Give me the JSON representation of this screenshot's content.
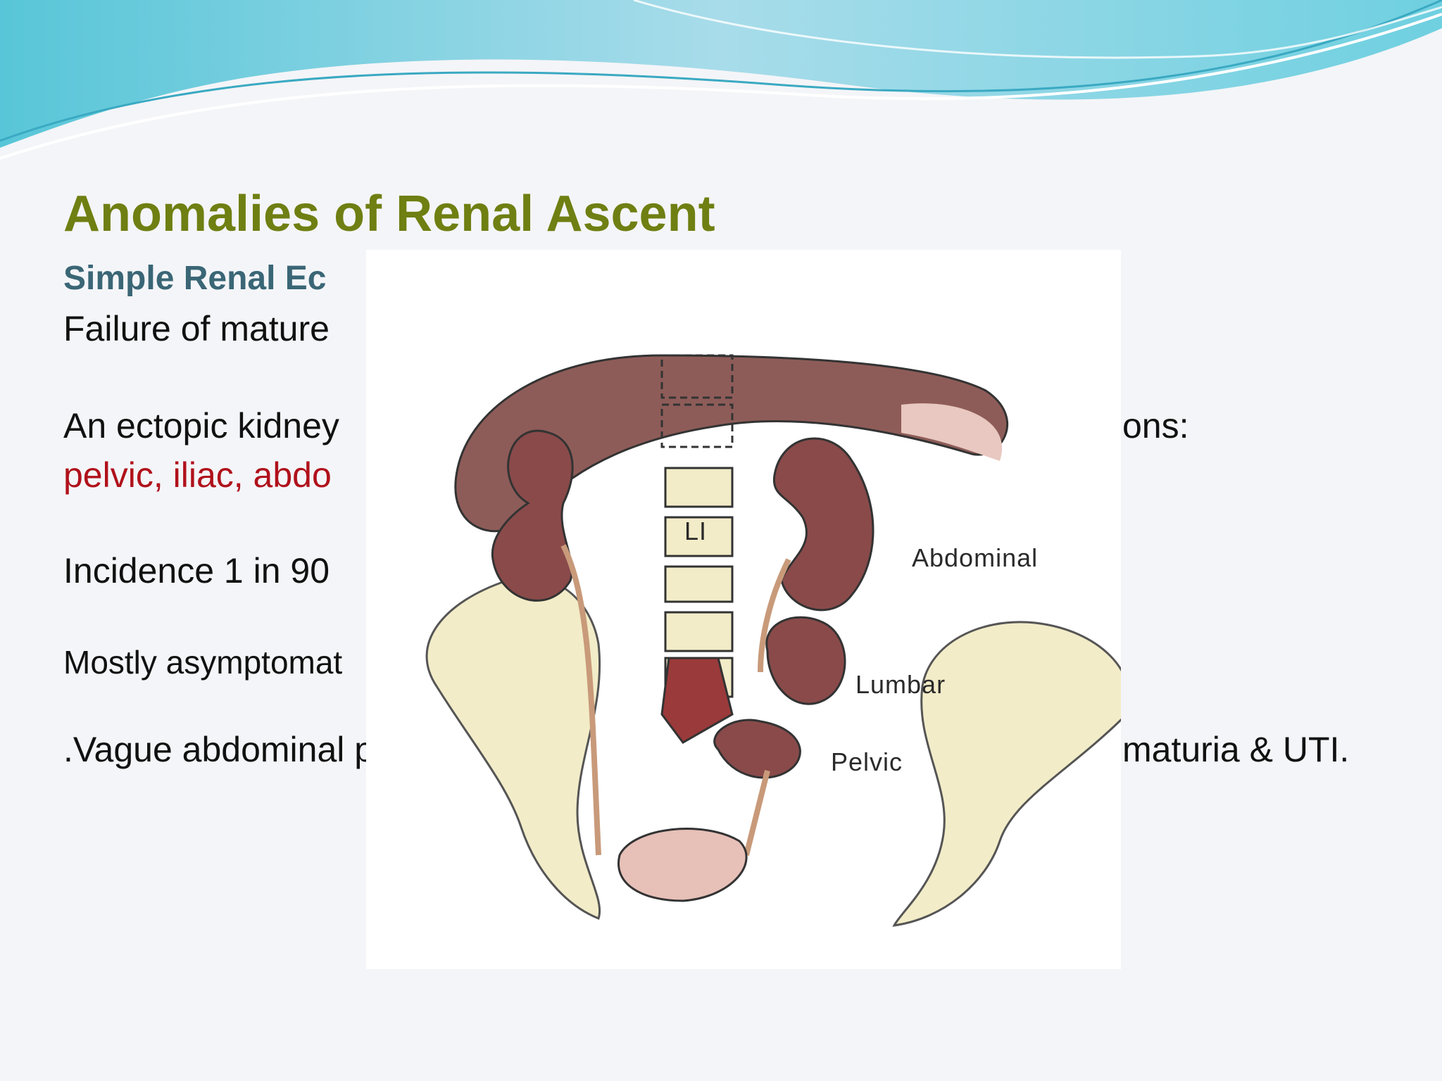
{
  "slide": {
    "title": "Anomalies of Renal Ascent",
    "subtitle": "Simple Renal Ec",
    "lines": [
      "Failure of mature",
      "An ectopic kidney",
      "pelvic, iliac, abdo",
      "Incidence 1 in 90",
      "Mostly asymptomat",
      ".Vague abdominal p"
    ],
    "tails": [
      "ons:",
      "maturia & UTI."
    ]
  },
  "figure": {
    "vertebra_label": "LI",
    "labels": {
      "abdominal": "Abdominal",
      "lumbar": "Lumbar",
      "pelvic": "Pelvic"
    }
  },
  "colors": {
    "title": "#6f7f12",
    "subtitle": "#3a6676",
    "highlight": "#b0111b",
    "kidney": "#8a4a4a",
    "bone": "#f2ecc8"
  }
}
